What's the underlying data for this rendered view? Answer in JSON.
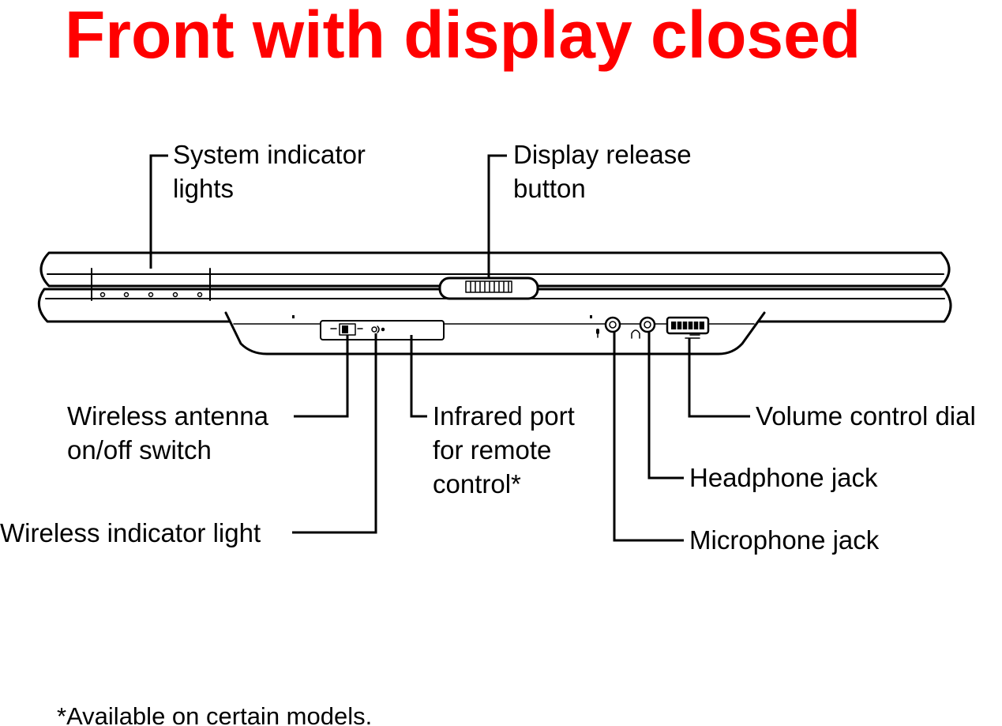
{
  "title": "Front with display closed",
  "labels": {
    "system_indicator": [
      "System indicator",
      "lights"
    ],
    "display_release": [
      "Display release",
      "button"
    ],
    "wireless_switch": [
      "Wireless antenna",
      "on/off switch"
    ],
    "infrared_port": [
      "Infrared port",
      "for remote",
      "control*"
    ],
    "volume_dial": [
      "Volume control dial"
    ],
    "headphone_jack": [
      "Headphone jack"
    ],
    "microphone_jack": [
      "Microphone jack"
    ],
    "wireless_light": [
      "Wireless indicator light"
    ]
  },
  "footnote": "*Available on certain models.",
  "colors": {
    "title": "#ff0000",
    "lines": "#000000",
    "background": "#ffffff"
  }
}
